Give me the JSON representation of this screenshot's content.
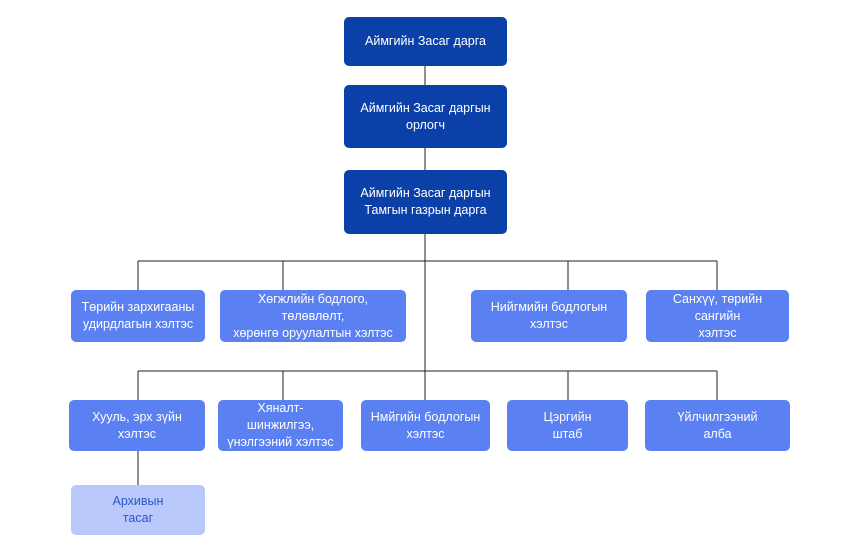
{
  "colors": {
    "dark": "#0b40a8",
    "mid": "#5b80f2",
    "light": "#b9c9fc",
    "light_text": "#2f55c8",
    "line": "#222222"
  },
  "nodes": {
    "governor": "Аймгийн Засаг дарга",
    "deputy_governor": "Аймгийн Засаг даргын\nорлогч",
    "chief_of_staff": "Аймгийн Засаг даргын\nТамгын газрын дарга",
    "public_admin": "Төрийн зархигааны\nудирдлагын хэлтэс",
    "development_policy": "Хөгжлийн бодлого, төлөвлөлт,\nхөрөнгө оруулалтын хэлтэс",
    "social_policy": "Нийгмийн бодлогын\nхэлтэс",
    "finance_treasury": "Санхүү, төрийн сангийн\nхэлтэс",
    "legal": "Хууль, эрх зүйн\nхэлтэс",
    "monitoring": "Хяналт-шинжилгээ,\nүнэлгээний хэлтэс",
    "sector_policy": "Нмйгийн бодлогын\nхэлтэс",
    "military_staff": "Цэргийн\nштаб",
    "service_office": "Үйлчилгээний\nалба",
    "archive": "Архивын\nтасаг"
  }
}
